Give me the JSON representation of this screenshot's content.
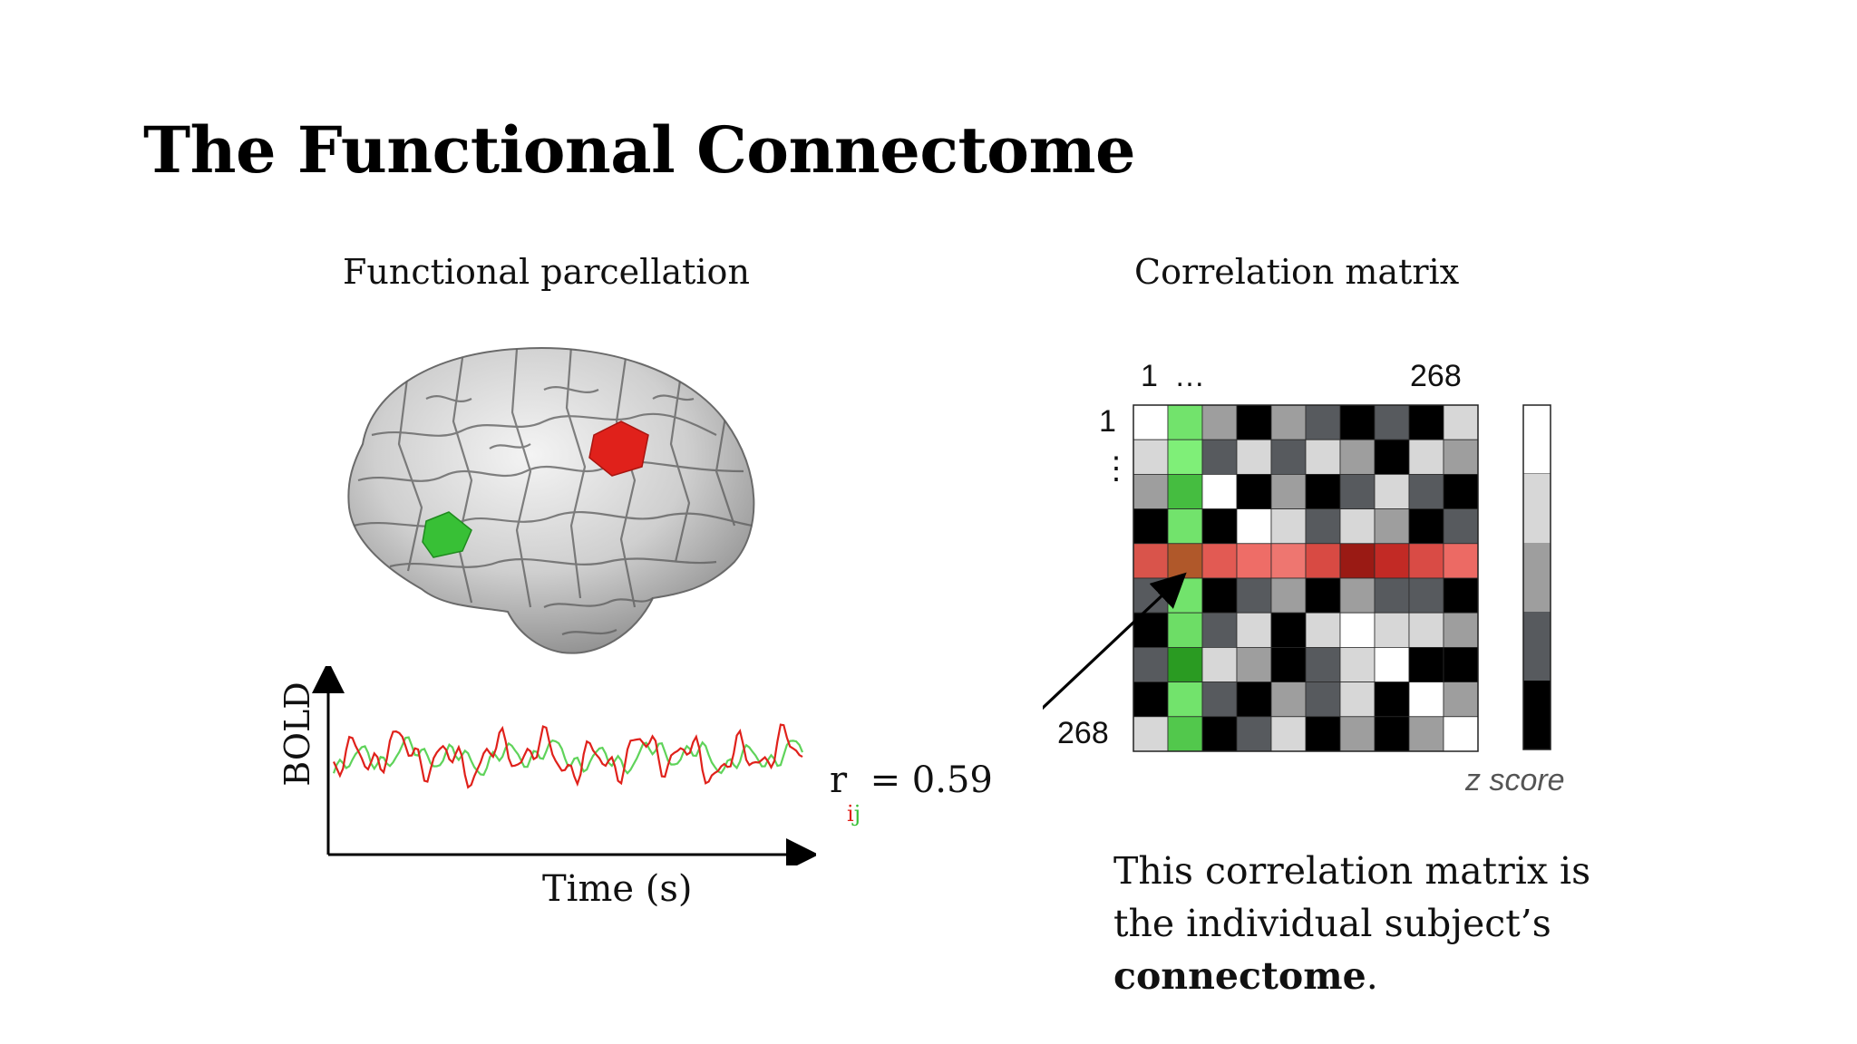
{
  "slide": {
    "title": "The Functional Connectome"
  },
  "parcellation": {
    "heading": "Functional parcellation",
    "region_colors": {
      "region_i": "#e0211b",
      "region_j": "#38c036"
    },
    "brain_icon": "brain-surface-icon"
  },
  "bold_plot": {
    "y_axis_label": "BOLD",
    "x_axis_label": "Time (s)",
    "series_colors": {
      "region_i": "#e0211b",
      "region_j": "#5fd35a"
    }
  },
  "correlation": {
    "r_symbol": "r",
    "r_value_text": "= 0.59",
    "subscript_i": "i",
    "subscript_j": "j"
  },
  "matrix": {
    "heading": "Correlation matrix",
    "col_label_first": "1",
    "col_label_ellipsis": "…",
    "col_label_last": "268",
    "row_label_first": "1",
    "row_label_ellipsis": "⋮",
    "row_label_last": "268",
    "colorbar_label": "z score",
    "highlight_row_color": "#e0211b",
    "highlight_col_color": "#38c036"
  },
  "description": {
    "text_before": "This correlation matrix is the individual subject’s ",
    "bold_word": "connectome",
    "text_after": "."
  }
}
